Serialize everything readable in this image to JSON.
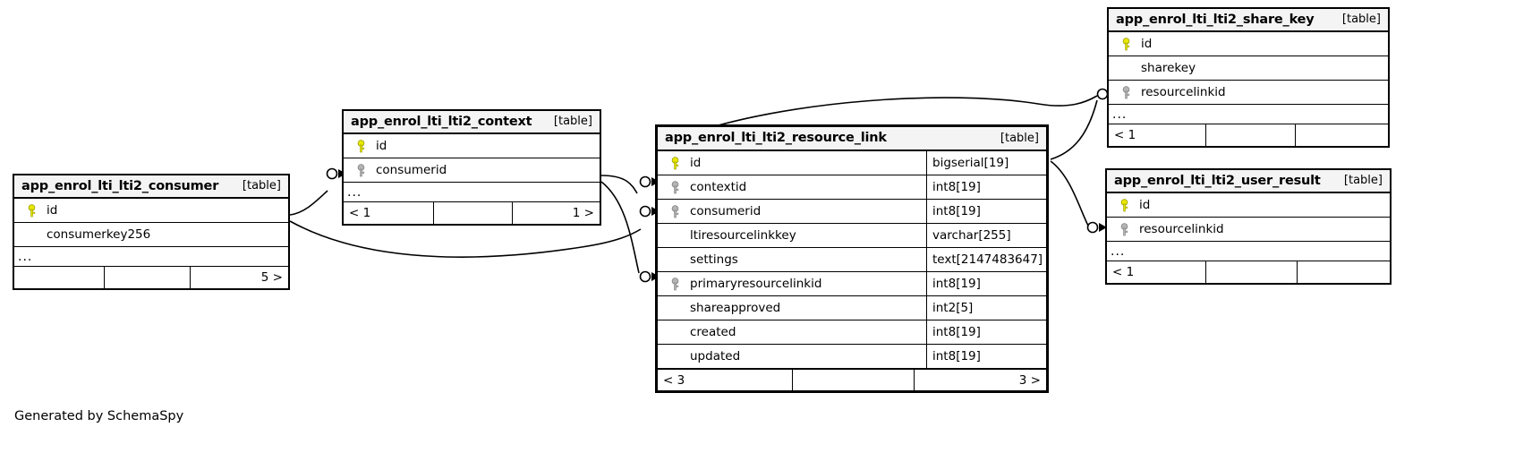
{
  "diagram": {
    "credit": "Generated by SchemaSpy",
    "table_tag": "[table]",
    "ellipsis": "...",
    "pk_icon": "yellow-key-icon",
    "fk_icon": "grey-key-icon",
    "colors": {
      "primary_key": "#e8e800",
      "foreign_key": "#b4b4b4",
      "header_bg": "#f4f4f4",
      "border": "#000000",
      "background": "#ffffff"
    }
  },
  "tables": [
    {
      "id": "consumer",
      "name": "app_enrol_lti_lti2_consumer",
      "tag": "[table]",
      "columns": [
        {
          "key": "pk",
          "name": "id",
          "type": ""
        },
        {
          "key": "none",
          "name": "consumerkey256",
          "type": ""
        }
      ],
      "ellipsis": "...",
      "footer": {
        "left": "",
        "middle": "",
        "right": "5 >"
      }
    },
    {
      "id": "context",
      "name": "app_enrol_lti_lti2_context",
      "tag": "[table]",
      "columns": [
        {
          "key": "pk",
          "name": "id",
          "type": ""
        },
        {
          "key": "fk",
          "name": "consumerid",
          "type": ""
        }
      ],
      "ellipsis": "...",
      "footer": {
        "left": "< 1",
        "middle": "",
        "right": "1 >"
      }
    },
    {
      "id": "resource_link",
      "name": "app_enrol_lti_lti2_resource_link",
      "tag": "[table]",
      "columns": [
        {
          "key": "pk",
          "name": "id",
          "type": "bigserial[19]"
        },
        {
          "key": "fk",
          "name": "contextid",
          "type": "int8[19]"
        },
        {
          "key": "fk",
          "name": "consumerid",
          "type": "int8[19]"
        },
        {
          "key": "none",
          "name": "ltiresourcelinkkey",
          "type": "varchar[255]"
        },
        {
          "key": "none",
          "name": "settings",
          "type": "text[2147483647]"
        },
        {
          "key": "fk",
          "name": "primaryresourcelinkid",
          "type": "int8[19]"
        },
        {
          "key": "none",
          "name": "shareapproved",
          "type": "int2[5]"
        },
        {
          "key": "none",
          "name": "created",
          "type": "int8[19]"
        },
        {
          "key": "none",
          "name": "updated",
          "type": "int8[19]"
        }
      ],
      "ellipsis": "",
      "footer": {
        "left": "< 3",
        "middle": "",
        "right": "3 >"
      }
    },
    {
      "id": "share_key",
      "name": "app_enrol_lti_lti2_share_key",
      "tag": "[table]",
      "columns": [
        {
          "key": "pk",
          "name": "id",
          "type": ""
        },
        {
          "key": "none",
          "name": "sharekey",
          "type": ""
        },
        {
          "key": "fk",
          "name": "resourcelinkid",
          "type": ""
        }
      ],
      "ellipsis": "...",
      "footer": {
        "left": "< 1",
        "middle": "",
        "right": ""
      }
    },
    {
      "id": "user_result",
      "name": "app_enrol_lti_lti2_user_result",
      "tag": "[table]",
      "columns": [
        {
          "key": "pk",
          "name": "id",
          "type": ""
        },
        {
          "key": "fk",
          "name": "resourcelinkid",
          "type": ""
        }
      ],
      "ellipsis": "...",
      "footer": {
        "left": "< 1",
        "middle": "",
        "right": ""
      }
    }
  ]
}
